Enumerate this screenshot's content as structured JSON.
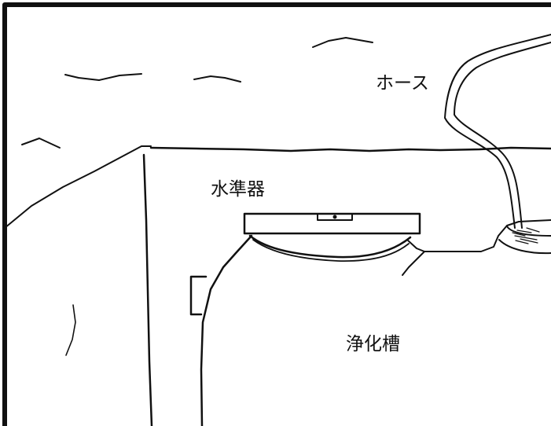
{
  "labels": {
    "hose": "ホース",
    "level": "水準器",
    "tank": "浄化槽"
  },
  "colors": {
    "ink": "#111111",
    "background": "#ffffff"
  }
}
